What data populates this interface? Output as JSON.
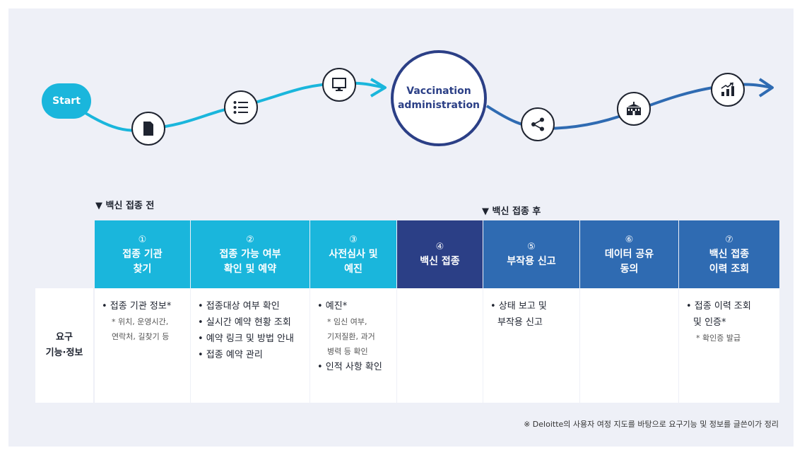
{
  "journey": {
    "start_label": "Start",
    "center_line1": "Vaccination",
    "center_line2": "administration"
  },
  "sections": {
    "before": "▼ 백신 접종 전",
    "after": "▼ 백신 접종 후"
  },
  "colors": {
    "cyan": "#1ab6dc",
    "navy": "#2b3f86",
    "blue": "#2f6bb2",
    "panel": "#eef0f7"
  },
  "table": {
    "row_label_line1": "요구",
    "row_label_line2": "기능·정보",
    "headers": [
      {
        "num": "①",
        "line1": "접종 기관",
        "line2": "찾기"
      },
      {
        "num": "②",
        "line1": "접종 가능 여부",
        "line2": "확인 및 예약"
      },
      {
        "num": "③",
        "line1": "사전심사 및",
        "line2": "예진"
      },
      {
        "num": "④",
        "line1": "백신 접종",
        "line2": ""
      },
      {
        "num": "⑤",
        "line1": "부작용 신고",
        "line2": ""
      },
      {
        "num": "⑥",
        "line1": "데이터 공유",
        "line2": "동의"
      },
      {
        "num": "⑦",
        "line1": "백신 접종",
        "line2": "이력 조회"
      }
    ],
    "cells": [
      {
        "l1": "• 접종 기관 정보*",
        "n1": "* 위치, 운영시간,",
        "n2": "연락처, 길찾기 등"
      },
      {
        "l1": "• 접종대상 여부 확인",
        "l2": "• 실시간 예약 현황 조회",
        "l3": "• 예약 링크 및 방법 안내",
        "l4": "• 접종 예약 관리"
      },
      {
        "l1": "• 예진*",
        "n1": "* 임신 여부,",
        "n2": "기저질환, 과거",
        "n3": "병력 등 확인",
        "l2": "• 인적 사항 확인"
      },
      {},
      {
        "l1": "• 상태 보고 및",
        "l2": "부작용 신고"
      },
      {},
      {
        "l1": "• 접종 이력 조회",
        "l2": "및 인증*",
        "n1": "* 확인증 발급"
      }
    ]
  },
  "footnote": "※ Deloitte의 사용자 여정 지도를 바탕으로 요구기능 및 정보를 글쓴이가 정리",
  "icons": [
    "document-icon",
    "list-icon",
    "monitor-icon",
    "share-icon",
    "building-icon",
    "chart-up-icon"
  ]
}
